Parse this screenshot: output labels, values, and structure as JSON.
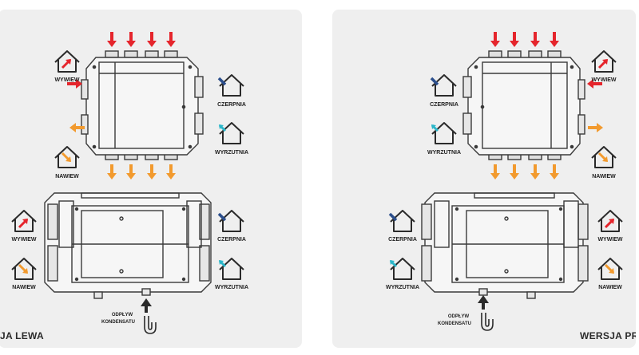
{
  "labels": {
    "wywiew": "WYWIEW",
    "czerpnia": "CZERPNIA",
    "wyrzutnia": "WYRZUTNIA",
    "nawiew": "NAWIEW",
    "odplyw_line1": "ODPŁYW",
    "odplyw_line2": "KONDENSATU"
  },
  "versions": {
    "left": "JA LEWA",
    "right": "WERSJA PR"
  },
  "colors": {
    "red": "#e5252c",
    "orange": "#f29a2e",
    "dark_blue": "#2b4e8c",
    "cyan": "#2bb6c9",
    "line": "#3a3a3a",
    "panel": "#efefef"
  }
}
